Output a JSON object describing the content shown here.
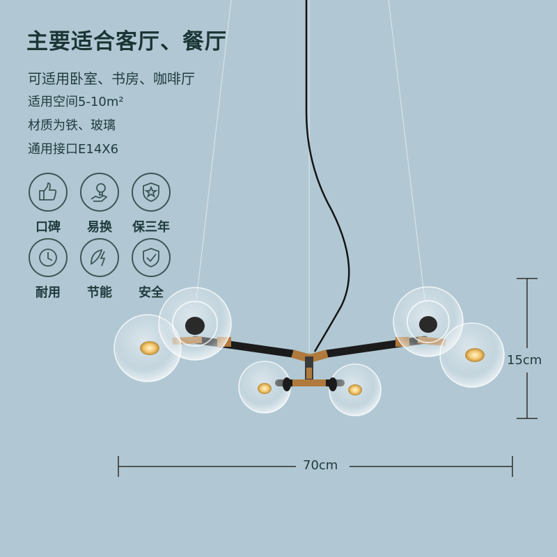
{
  "headline": "主要适合客厅、餐厅",
  "specs": [
    "可适用卧室、书房、咖啡厅",
    "适用空间5-10m²",
    "材质为铁、玻璃",
    "通用接口E14X6"
  ],
  "features": [
    {
      "icon": "thumbs-up-icon",
      "label": "口碑"
    },
    {
      "icon": "bulb-hand-icon",
      "label": "易换"
    },
    {
      "icon": "star-shield-icon",
      "label": "保三年"
    },
    {
      "icon": "clock-icon",
      "label": "耐用"
    },
    {
      "icon": "leaf-bolt-icon",
      "label": "节能"
    },
    {
      "icon": "check-shield-icon",
      "label": "安全"
    }
  ],
  "dimensions": {
    "width": "70cm",
    "height": "15cm"
  },
  "colors": {
    "background": "#b1c8d4",
    "text": "#1f3a3c",
    "frame": "#1b1b1b",
    "brass": "#b07a3c"
  }
}
